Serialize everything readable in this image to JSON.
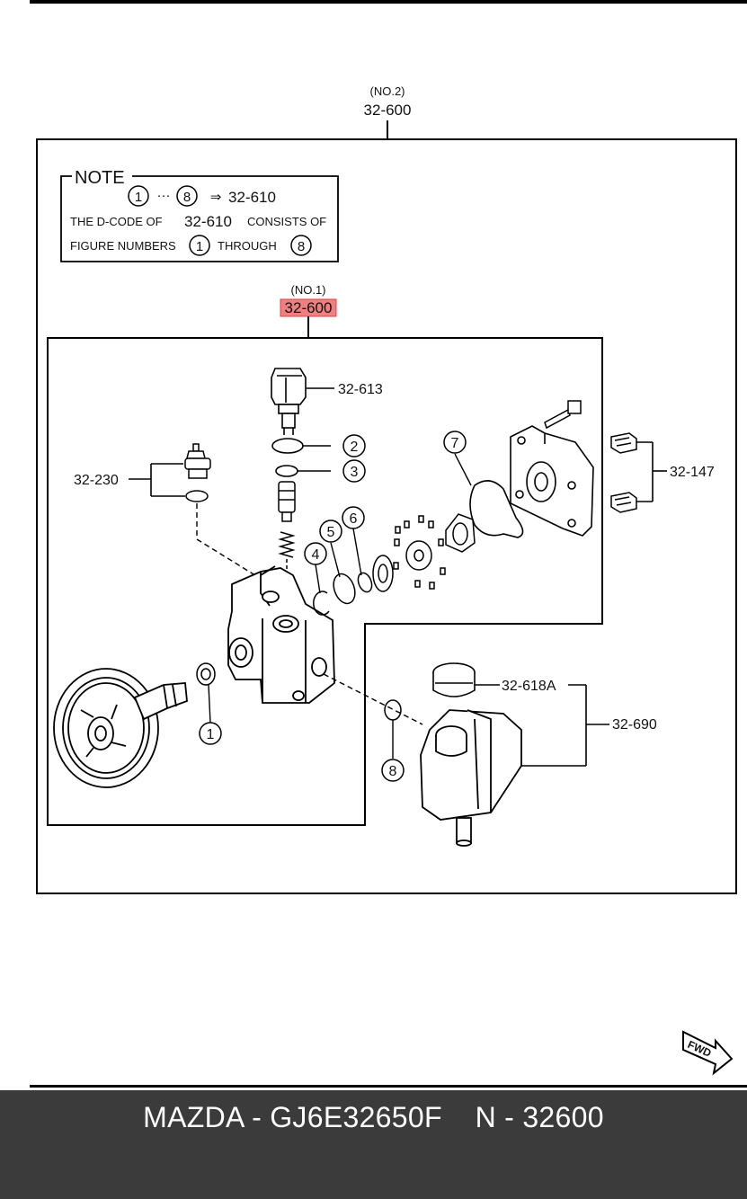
{
  "diagram": {
    "top_ref": {
      "sub": "(NO.2)",
      "code": "32-600"
    },
    "inner_ref": {
      "sub": "(NO.1)",
      "code": "32-600",
      "highlight_color": "#f08080"
    },
    "note": {
      "heading": "NOTE",
      "range_start": "1",
      "range_dots": "···",
      "range_end": "8",
      "arrow": "⇒",
      "target_code": "32-610",
      "line2_a": "THE D-CODE OF",
      "line2_code": "32-610",
      "line2_b": "CONSISTS OF",
      "line3_a": "FIGURE NUMBERS",
      "line3_start": "1",
      "line3_mid": "THROUGH",
      "line3_end": "8"
    },
    "part_labels": {
      "p32_613": "32-613",
      "p32_230": "32-230",
      "p32_147": "32-147",
      "p32_618A": "32-618A",
      "p32_690": "32-690"
    },
    "callouts": {
      "c1": "1",
      "c2": "2",
      "c3": "3",
      "c4": "4",
      "c5": "5",
      "c6": "6",
      "c7": "7",
      "c8": "8"
    },
    "fwd_label": "FWD"
  },
  "footer": {
    "title": "MAZDA - GJ6E32650F    N - 32600",
    "background": "#3b3b3b",
    "text_color": "#ffffff"
  }
}
